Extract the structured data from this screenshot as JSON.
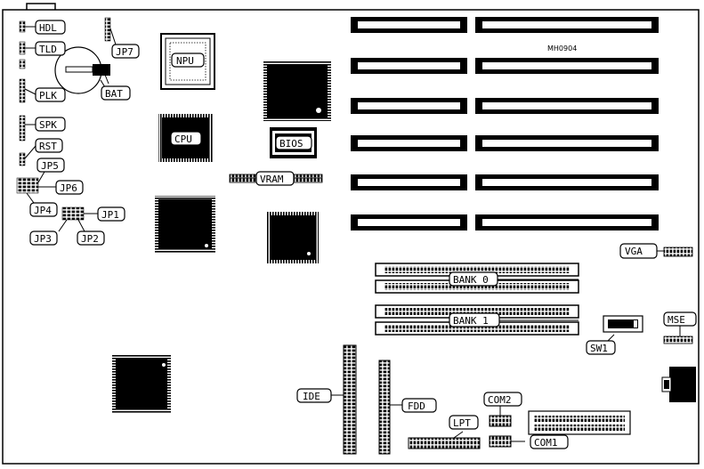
{
  "diagram": {
    "reference_id": "MH0904",
    "labels": {
      "hdl": "HDL",
      "tld": "TLD",
      "plk": "PLK",
      "spk": "SPK",
      "rst": "RST",
      "jp5": "JP5",
      "jp6": "JP6",
      "jp4": "JP4",
      "jp1": "JP1",
      "jp3": "JP3",
      "jp2": "JP2",
      "jp7": "JP7",
      "bat": "BAT",
      "npu": "NPU",
      "cpu": "CPU",
      "bios": "BIOS",
      "vram": "VRAM",
      "vga": "VGA",
      "bank0": "BANK 0",
      "bank1": "BANK 1",
      "sw1": "SW1",
      "mse": "MSE",
      "ide": "IDE",
      "fdd": "FDD",
      "lpt": "LPT",
      "com2": "COM2",
      "com1": "COM1"
    }
  }
}
